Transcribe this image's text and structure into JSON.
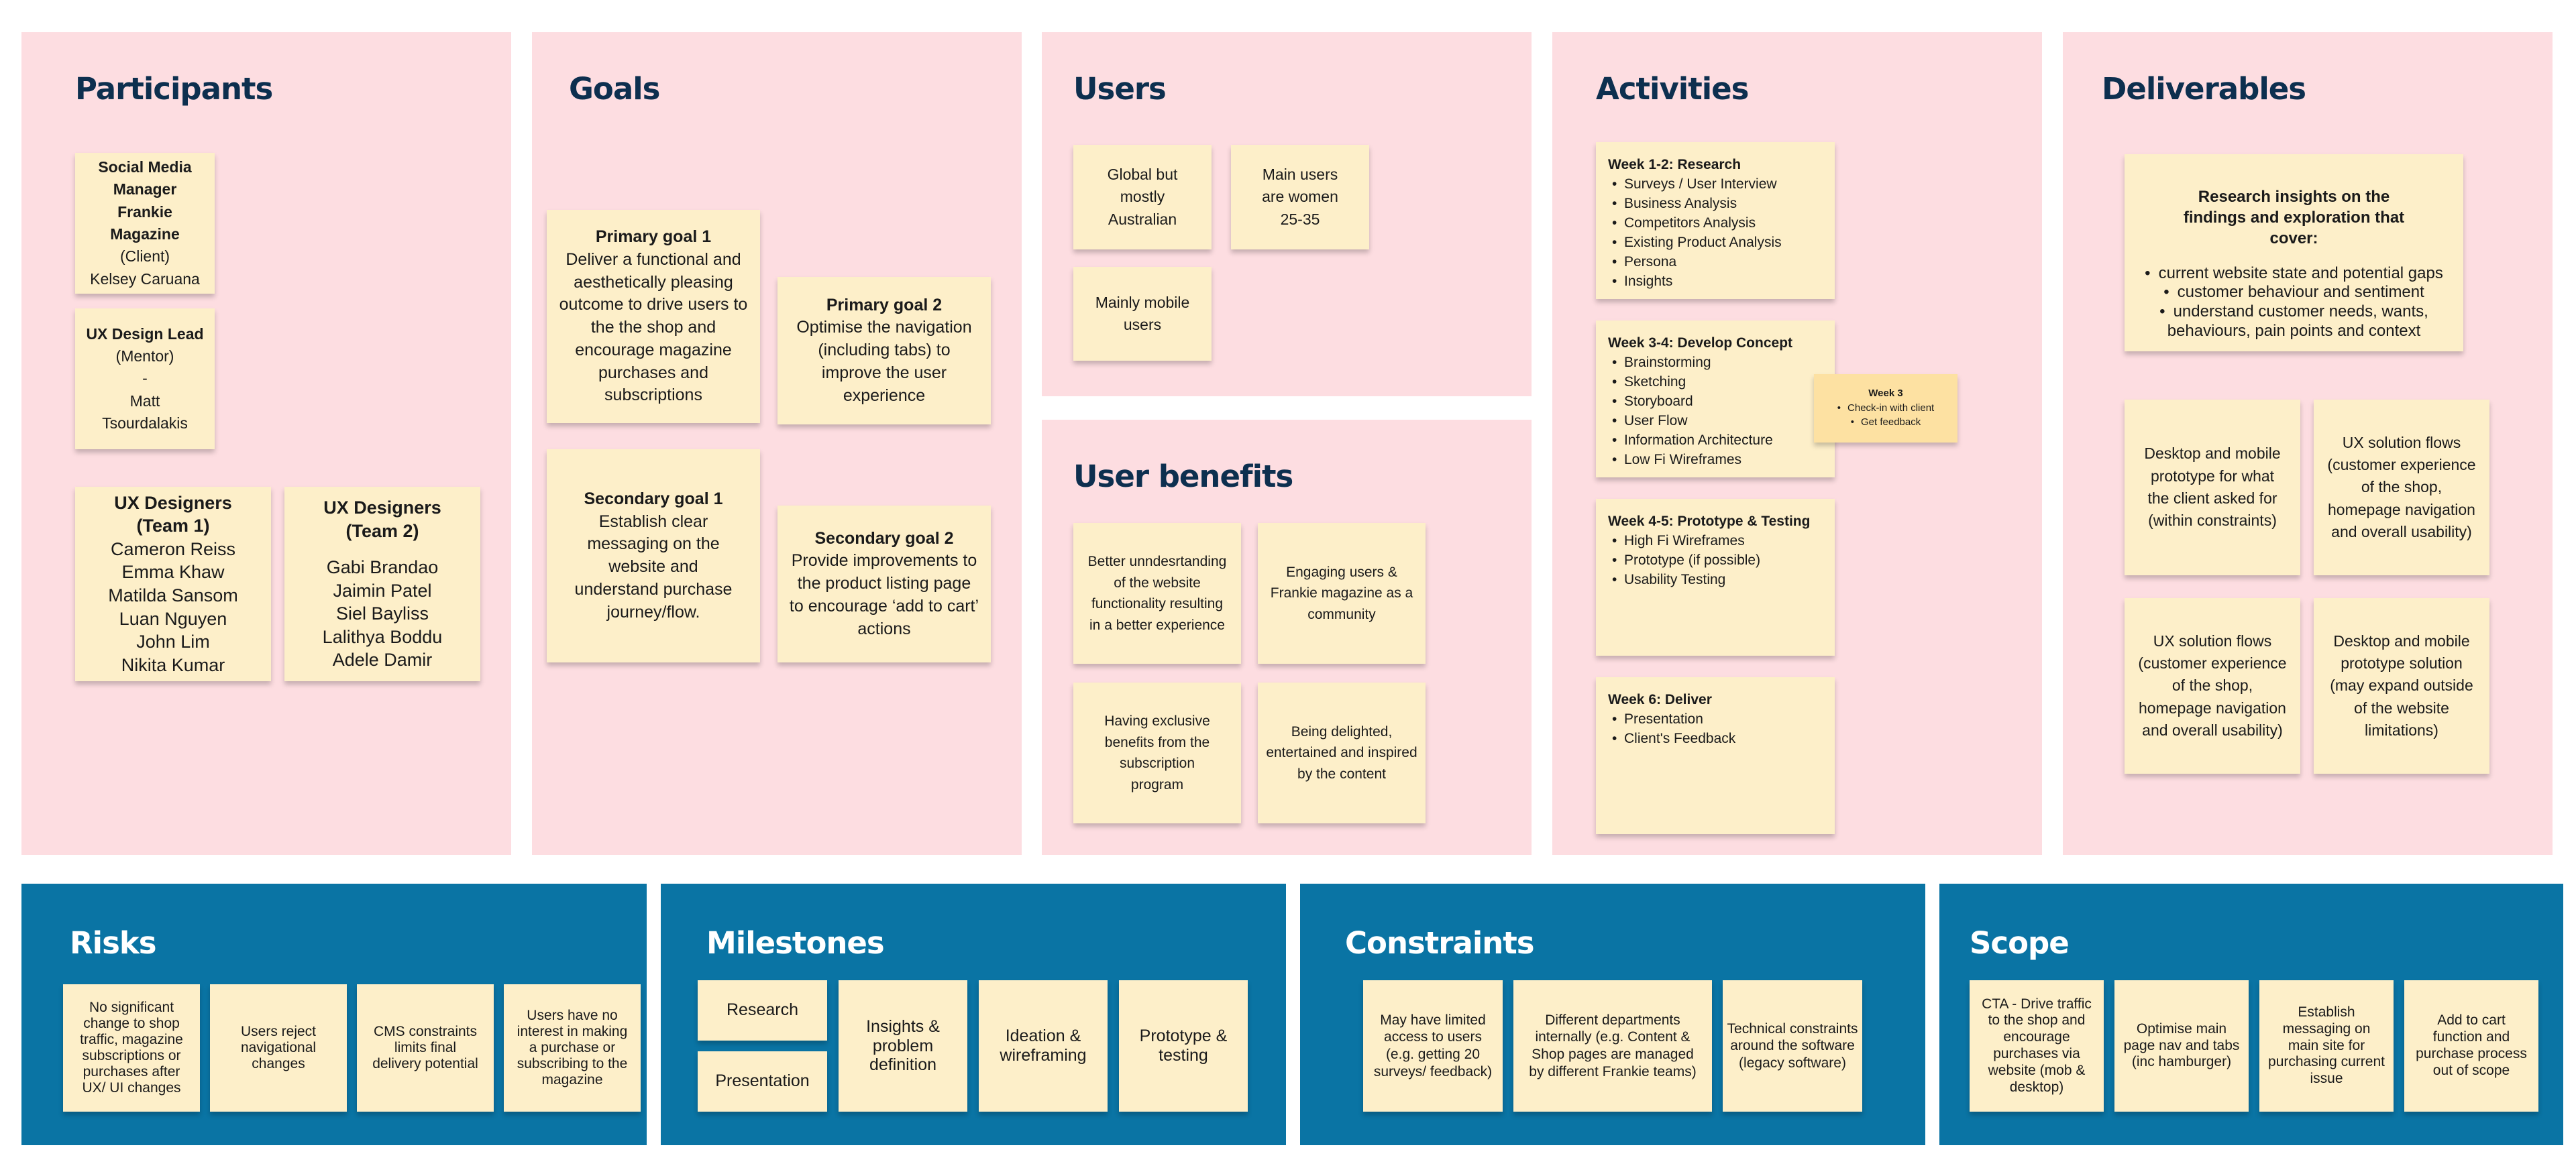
{
  "participants": {
    "title": "Participants",
    "client": {
      "role": "Social Media Manager Frankie Magazine",
      "tag": "(Client)",
      "name": "Kelsey Caruana"
    },
    "lead": {
      "role": "UX Design Lead",
      "tag": "(Mentor)",
      "dash": "-",
      "name": "Matt Tsourdalakis"
    },
    "team1": {
      "title": "UX Designers (Team 1)",
      "members": [
        "Cameron Reiss",
        "Emma Khaw",
        "Matilda Sansom",
        "Luan Nguyen",
        "John Lim",
        "Nikita Kumar"
      ]
    },
    "team2": {
      "title": "UX Designers (Team 2)",
      "members": [
        "Gabi Brandao",
        "Jaimin Patel",
        "Siel Bayliss",
        "Lalithya Boddu",
        "Adele Damir"
      ]
    }
  },
  "goals": {
    "title": "Goals",
    "items": [
      {
        "title": "Primary goal 1",
        "text": "Deliver a functional and aesthetically pleasing outcome to drive users to the the shop and encourage magazine purchases and subscriptions"
      },
      {
        "title": "Primary goal 2",
        "text": "Optimise the navigation (including tabs) to improve the user experience"
      },
      {
        "title": "Secondary goal 1",
        "text": "Establish clear messaging on the website and understand purchase journey/flow."
      },
      {
        "title": "Secondary goal 2",
        "text": "Provide improvements to the product listing page to encourage ‘add to cart’ actions"
      }
    ]
  },
  "users": {
    "title": "Users",
    "notes": [
      "Global but mostly Australian",
      "Main users are women 25-35",
      "Mainly mobile users"
    ]
  },
  "user_benefits": {
    "title": "User benefits",
    "notes": [
      "Better unndesrtanding of the website functionality resulting in a better experience",
      "Engaging users & Frankie magazine as a community",
      "Having exclusive benefits from the subscription program",
      "Being delighted, entertained and inspired by the content"
    ]
  },
  "activities": {
    "title": "Activities",
    "weeks": [
      {
        "title": "Week 1-2: Research",
        "items": [
          "Surveys / User Interview",
          "Business Analysis",
          "Competitors Analysis",
          "Existing Product Analysis",
          "Persona",
          "Insights"
        ]
      },
      {
        "title": "Week 3-4: Develop Concept",
        "items": [
          "Brainstorming",
          "Sketching",
          "Storyboard",
          "User Flow",
          "Information Architecture",
          "Low Fi Wireframes"
        ]
      },
      {
        "title": "Week 4-5: Prototype & Testing",
        "items": [
          "High Fi Wireframes",
          "Prototype (if possible)",
          "Usability Testing"
        ]
      },
      {
        "title": "Week 6: Deliver",
        "items": [
          "Presentation",
          "Client's Feedback"
        ]
      }
    ],
    "week3": {
      "title": "Week 3",
      "items": [
        "Check-in with client",
        "Get feedback"
      ]
    }
  },
  "deliverables": {
    "title": "Deliverables",
    "main": {
      "title": "Research insights on the findings and exploration that cover:",
      "items": [
        "current website state and potential gaps",
        "customer behaviour and sentiment",
        "understand customer needs, wants, behaviours, pain points and context"
      ]
    },
    "notes": [
      "Desktop and mobile prototype for what the client asked for (within constraints)",
      "UX solution flows (customer experience of the shop, homepage navigation and overall usability)",
      "UX solution flows (customer experience of the shop, homepage navigation and overall usability)",
      "Desktop and mobile prototype solution (may expand outside of the website limitations)"
    ]
  },
  "risks": {
    "title": "Risks",
    "notes": [
      "No significant change to shop traffic, magazine subscriptions or purchases after UX/ UI changes",
      "Users reject navigational changes",
      "CMS constraints limits final delivery potential",
      "Users have no interest in making a purchase or subscribing to the magazine"
    ]
  },
  "milestones": {
    "title": "Milestones",
    "notes": [
      "Research",
      "Presentation",
      "Insights & problem definition",
      "Ideation & wireframing",
      "Prototype & testing"
    ]
  },
  "constraints": {
    "title": "Constraints",
    "notes": [
      "May have limited access to users (e.g. getting 20 surveys/ feedback)",
      "Different departments internally (e.g. Content & Shop pages are managed by different Frankie teams)",
      "Technical constraints around the software (legacy software)"
    ]
  },
  "scope": {
    "title": "Scope",
    "notes": [
      "CTA - Drive traffic to the shop and encourage purchases via website (mob & desktop)",
      "Optimise main page nav and tabs (inc hamburger)",
      "Establish messaging on main site for purchasing current issue",
      "Add to cart function and purchase process out of scope"
    ]
  },
  "colors": {
    "pink_panel": "#fddde1",
    "blue_panel": "#0a74a4",
    "sticky": "#fdefc9",
    "sticky_highlight": "#fde1a2",
    "title_dark": "#0d2f4f"
  }
}
